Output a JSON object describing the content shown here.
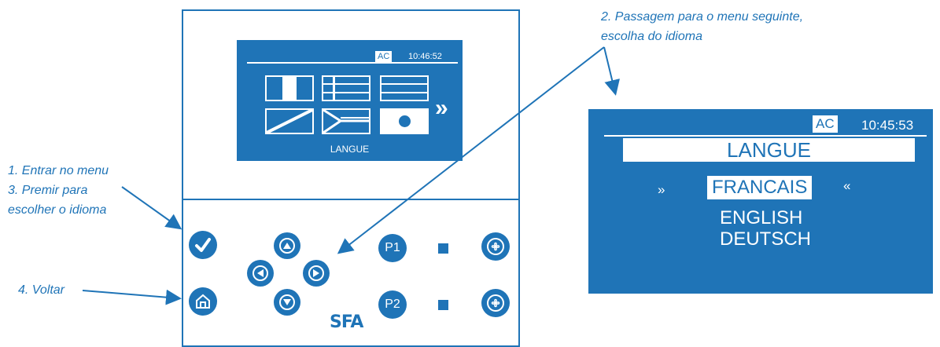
{
  "annotations": {
    "enter_menu": "1. Entrar no menu",
    "press_choose_line1": "3. Premir para",
    "press_choose_line2": "escolher o idioma",
    "back": "4. Voltar",
    "next_menu_line1": "2. Passagem para o menu seguinte,",
    "next_menu_line2": "escolha do idioma"
  },
  "small_screen": {
    "mode_badge": "AC",
    "time": "10:46:52",
    "title": "LANGUE",
    "next_chevron": "»"
  },
  "big_screen": {
    "mode_badge": "AC",
    "time": "10:45:53",
    "title": "LANGUE",
    "selector_left": "»",
    "selector_right": "«",
    "languages": [
      "FRANCAIS",
      "ENGLISH",
      "DEUTSCH"
    ],
    "selected_index": 0
  },
  "device": {
    "brand": "SFA",
    "p1_label": "P1",
    "p2_label": "P2"
  },
  "colors": {
    "accent": "#1f74b7",
    "background": "#ffffff"
  }
}
